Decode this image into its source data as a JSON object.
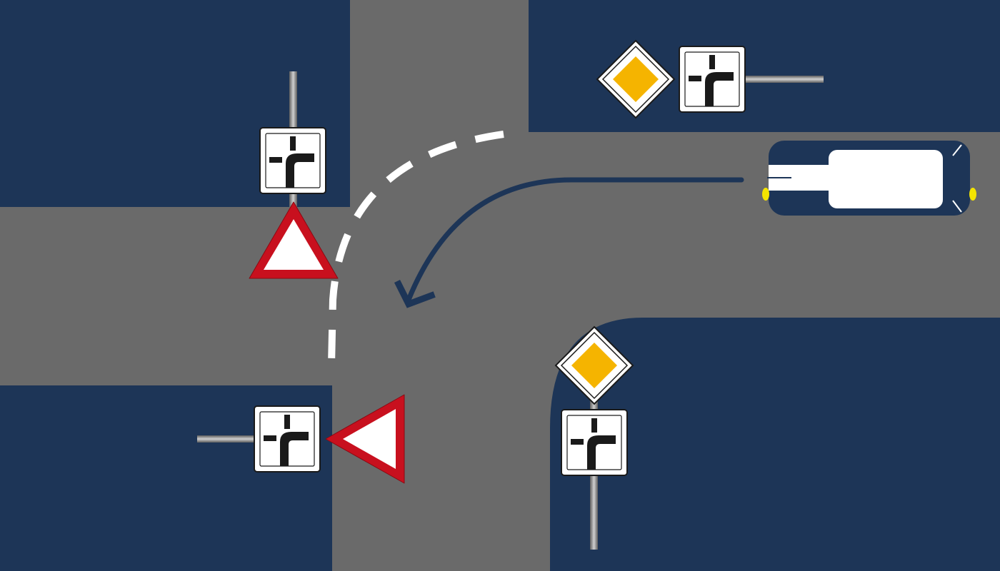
{
  "scene": {
    "kind": "traffic-intersection-diagram",
    "colors": {
      "background": "#1d3557",
      "road": "#6a6a6a",
      "arrow": "#1d3557",
      "dashed_path": "#ffffff",
      "sign_white": "#ffffff",
      "sign_black": "#1a1a1a",
      "yield_red": "#c8101e",
      "priority_yellow": "#f5b400",
      "pole": "#8a8a8a",
      "car_body": "#1d3557",
      "car_light": "#f4e400"
    },
    "signs": [
      {
        "id": "priority-road-top",
        "type": "priority-road-sign"
      },
      {
        "id": "road-layout-top",
        "type": "road-layout-sign"
      },
      {
        "id": "road-layout-left",
        "type": "road-layout-sign"
      },
      {
        "id": "yield-left",
        "type": "yield-sign"
      },
      {
        "id": "road-layout-bottom-left",
        "type": "road-layout-sign"
      },
      {
        "id": "yield-bottom-left",
        "type": "yield-sign"
      },
      {
        "id": "priority-road-bottom",
        "type": "priority-road-sign"
      },
      {
        "id": "road-layout-bottom",
        "type": "road-layout-sign"
      }
    ],
    "vehicle": {
      "type": "car",
      "heading": "west",
      "indicator": "left-turn"
    },
    "arrow_path": "turn-left",
    "dashed_path": "alternative-turn"
  }
}
